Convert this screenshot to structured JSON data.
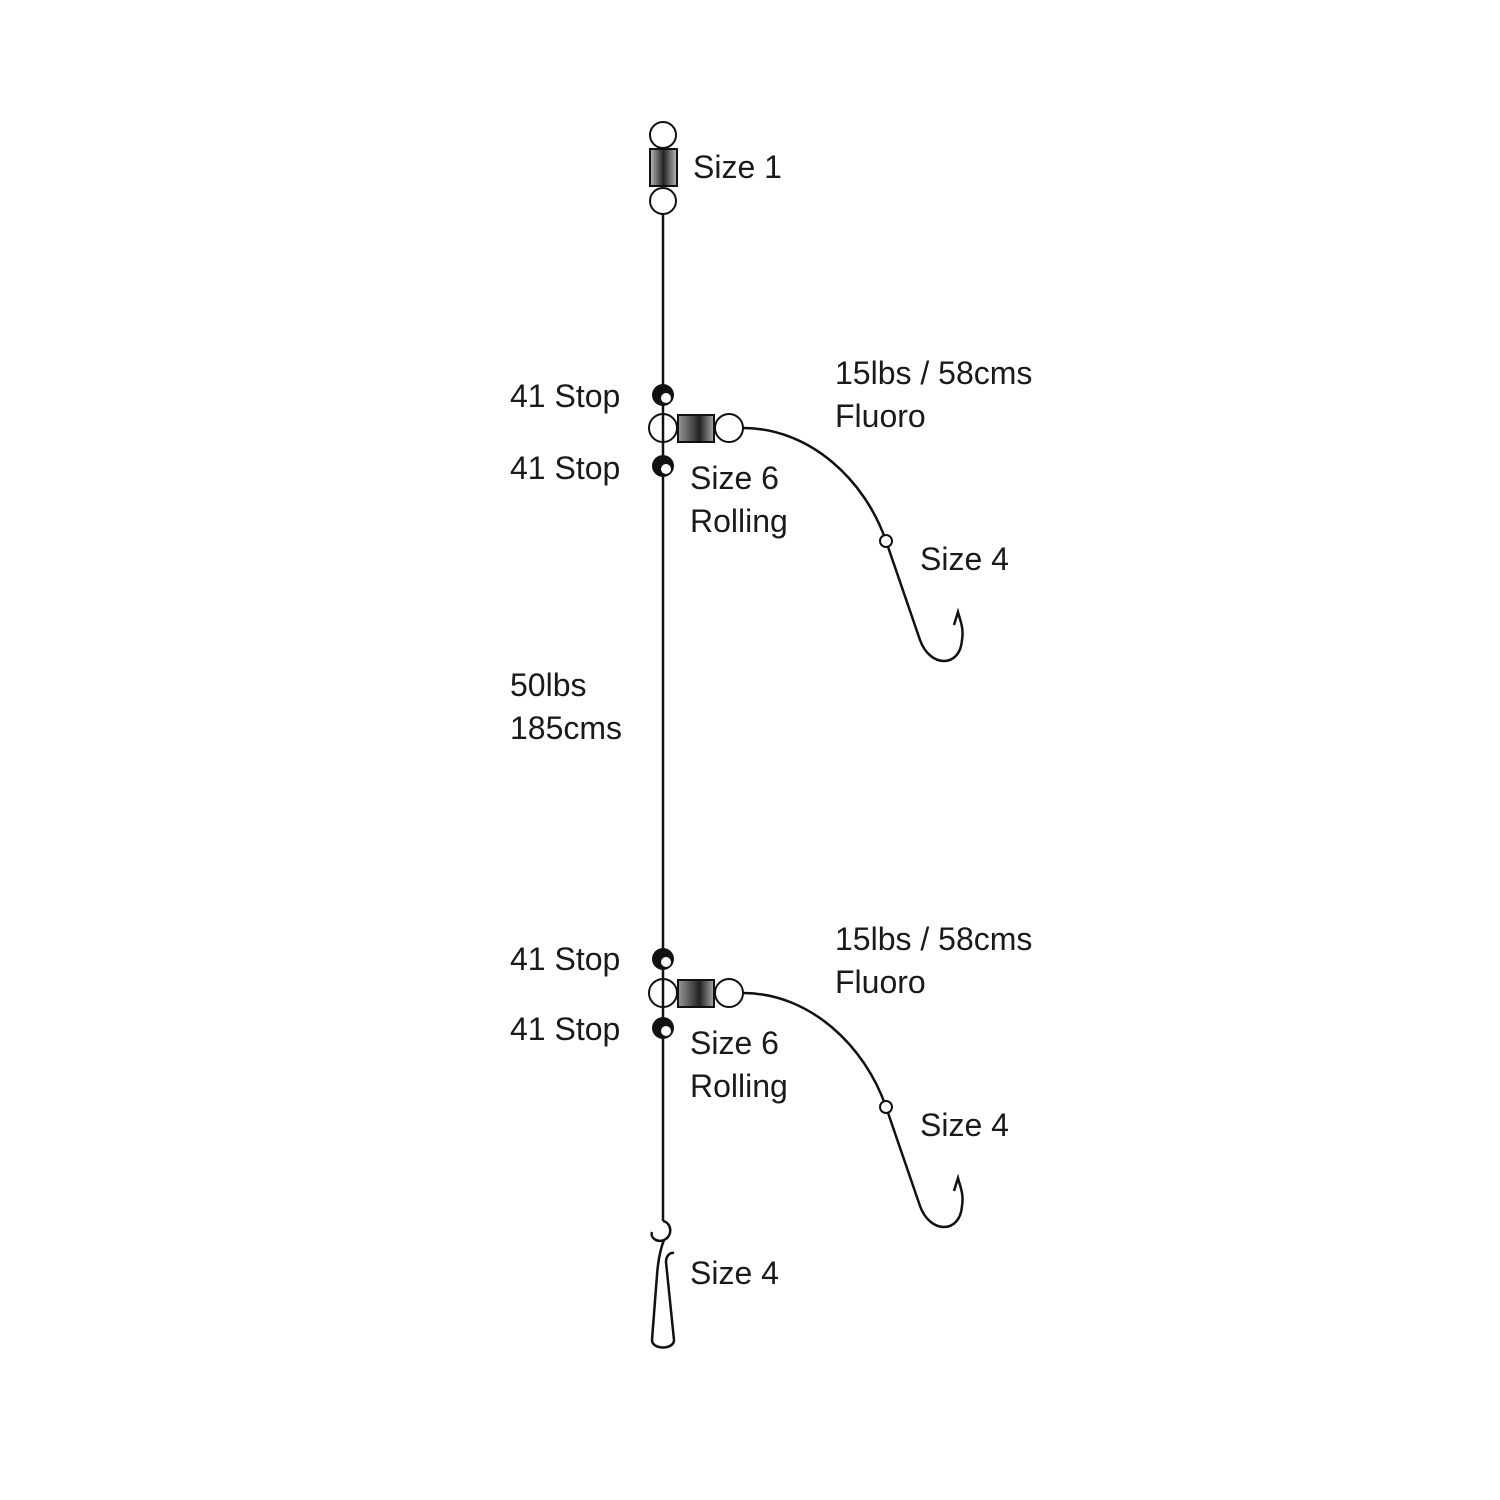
{
  "diagram": {
    "top_swivel_label": "Size 1",
    "main_line": [
      "50lbs",
      "185cms"
    ],
    "droppers": [
      {
        "stop_upper": "41 Stop",
        "stop_lower": "41 Stop",
        "swivel": [
          "Size 6",
          "Rolling"
        ],
        "snood": [
          "15lbs / 58cms",
          "Fluoro"
        ],
        "hook": "Size 4"
      },
      {
        "stop_upper": "41 Stop",
        "stop_lower": "41 Stop",
        "swivel": [
          "Size 6",
          "Rolling"
        ],
        "snood": [
          "15lbs / 58cms",
          "Fluoro"
        ],
        "hook": "Size 4"
      }
    ],
    "lead_clip_label": "Size 4"
  }
}
